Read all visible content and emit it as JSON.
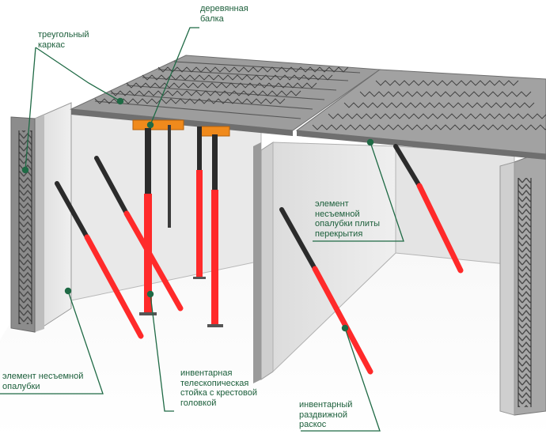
{
  "labels": {
    "wooden_beam": "деревянная\nбалка",
    "triangular_frame": "треугольный\nкаркас",
    "slab_element": "элемент\nнесъемной\nопалубки плиты\nперекрытия",
    "wall_element": "элемент несъемной\nопалубки",
    "telescopic_prop": "инвентарная\nтелескопическая\nстойка с крестовой\nголовкой",
    "sliding_brace": "инвентарный\nраздвижной\nраскос"
  },
  "colors": {
    "leader_line": "#1f6a45",
    "dot": "#1f6a45",
    "prop_red": "#ff2a2a",
    "prop_dark": "#2b2b2b",
    "beam_orange": "#f08a1c",
    "panel_gray": "#d6d6d6",
    "truss_gray": "#5a5a5a"
  }
}
